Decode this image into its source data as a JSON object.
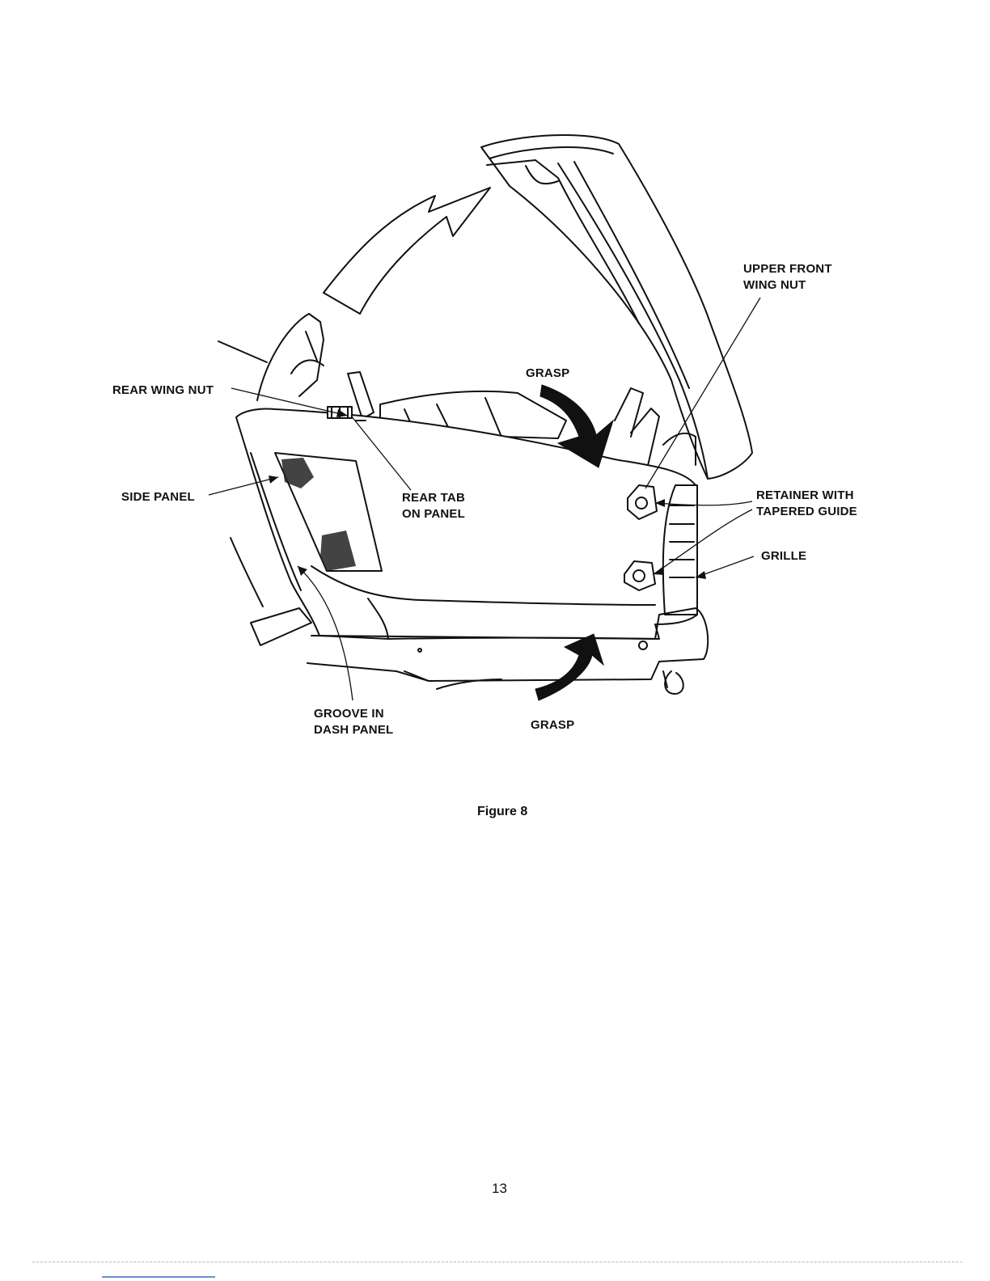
{
  "figure": {
    "caption": "Figure 8",
    "labels": {
      "upper_front_wing_nut": [
        "UPPER FRONT",
        "WING NUT"
      ],
      "rear_wing_nut": "REAR WING NUT",
      "grasp_top": "GRASP",
      "side_panel": "SIDE PANEL",
      "rear_tab_on_panel": [
        "REAR TAB",
        "ON PANEL"
      ],
      "retainer_with_tapered_guide": [
        "RETAINER WITH",
        "TAPERED GUIDE"
      ],
      "grille": "GRILLE",
      "groove_in_dash_panel": [
        "GROOVE IN",
        "DASH PANEL"
      ],
      "grasp_bottom": "GRASP"
    }
  },
  "page": {
    "number": "13"
  }
}
